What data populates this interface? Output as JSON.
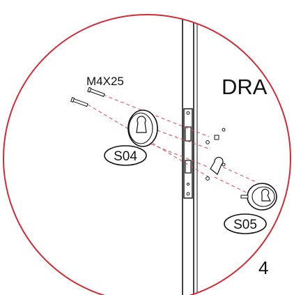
{
  "screw_size_label": "M4X25",
  "door_label": "DRA",
  "part_left_label": "S04",
  "part_right_label": "S05",
  "step_number": "4",
  "colors": {
    "circle": "#d42a36",
    "guide_line": "#e0484f",
    "ink": "#111111"
  }
}
